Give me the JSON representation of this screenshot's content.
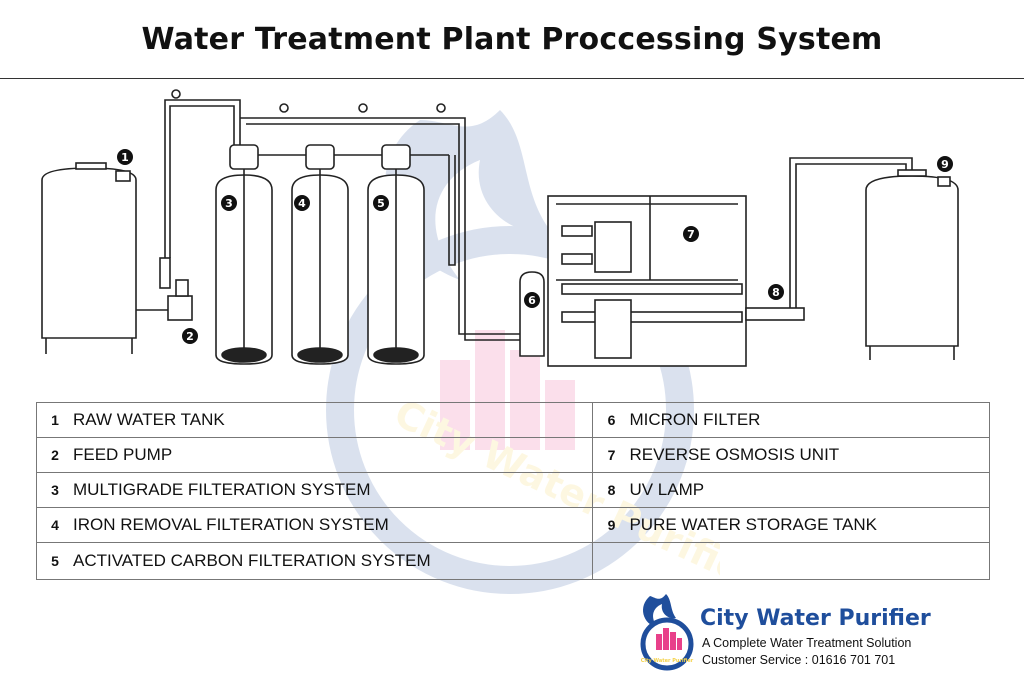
{
  "title": "Water Treatment Plant  Proccessing System",
  "callouts": [
    "1",
    "2",
    "3",
    "4",
    "5",
    "6",
    "7",
    "8",
    "9"
  ],
  "legend": {
    "left": [
      {
        "num": "1",
        "label": "RAW WATER TANK"
      },
      {
        "num": "2",
        "label": "FEED PUMP"
      },
      {
        "num": "3",
        "label": "MULTIGRADE FILTERATION SYSTEM"
      },
      {
        "num": "4",
        "label": "IRON REMOVAL FILTERATION SYSTEM"
      },
      {
        "num": "5",
        "label": "ACTIVATED CARBON FILTERATION SYSTEM"
      }
    ],
    "right": [
      {
        "num": "6",
        "label": "MICRON FILTER"
      },
      {
        "num": "7",
        "label": "REVERSE OSMOSIS UNIT"
      },
      {
        "num": "8",
        "label": "UV LAMP"
      },
      {
        "num": "9",
        "label": "PURE WATER STORAGE TANK"
      }
    ]
  },
  "watermark_text": "City Water Purifier",
  "brand": {
    "name": "City Water Purifier",
    "tagline": "A Complete Water Treatment Solution",
    "customer_service": "Customer Service : 01616 701 701",
    "logo_text": "City Water Purifier",
    "colors": {
      "blue": "#1f4e9c",
      "pink": "#e8408a",
      "yellow": "#f4d24a"
    }
  }
}
